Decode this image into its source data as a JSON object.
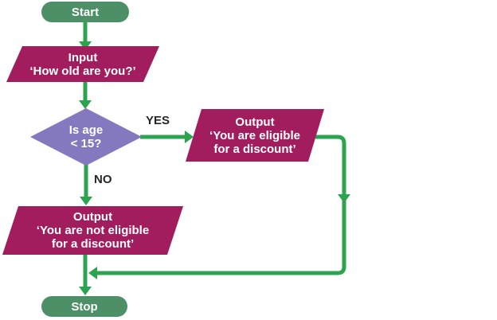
{
  "flowchart": {
    "nodes": {
      "start": {
        "label": "Start"
      },
      "input": {
        "line1": "Input",
        "line2": "‘How old are you?’"
      },
      "decision": {
        "line1": "Is age",
        "line2": "< 15?"
      },
      "output_yes": {
        "line1": "Output",
        "line2": "‘You are eligible",
        "line3": "for a discount’"
      },
      "output_no": {
        "line1": "Output",
        "line2": "‘You are not eligible",
        "line3": "for a discount’"
      },
      "stop": {
        "label": "Stop"
      }
    },
    "edges": {
      "yes_label": "YES",
      "no_label": "NO"
    },
    "colors": {
      "terminator_green": "#4D8F66",
      "io_magenta": "#A21D5D",
      "decision_purple": "#8478BE",
      "arrow_green": "#2CA34F",
      "node_text": "#ffffff",
      "edge_label_text": "#262626"
    }
  }
}
